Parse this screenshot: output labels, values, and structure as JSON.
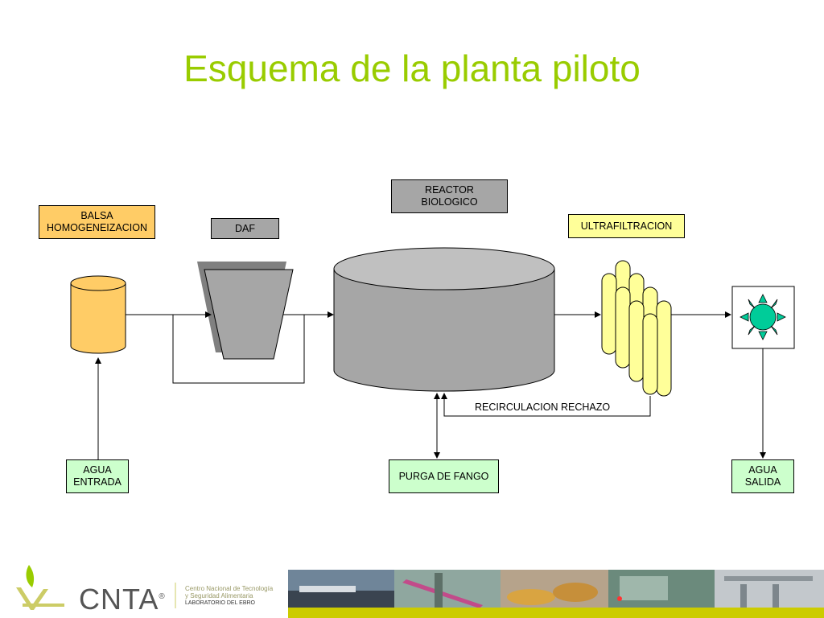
{
  "title": "Esquema de la planta piloto",
  "labels": {
    "balsa": "BALSA\nHOMOGENEIZACION",
    "daf": "DAF",
    "reactor": "REACTOR\nBIOLOGICO",
    "ultrafiltracion": "ULTRAFILTRACION",
    "agua_entrada": "AGUA\nENTRADA",
    "purga": "PURGA DE FANGO",
    "agua_salida": "AGUA\nSALIDA",
    "recirculacion": "RECIRCULACION RECHAZO"
  },
  "logo": {
    "name": "CNTA",
    "line1": "Centro Nacional de Tecnología",
    "line2": "y Seguridad Alimentaria",
    "line3": "LABORATORIO DEL EBRO"
  },
  "colors": {
    "title": "#99cc00",
    "balsa": "#ffcc66",
    "gray": "#a6a6a6",
    "ultrafiltracion": "#ffff99",
    "agua": "#ccffcc",
    "uv": "#00cc99"
  }
}
